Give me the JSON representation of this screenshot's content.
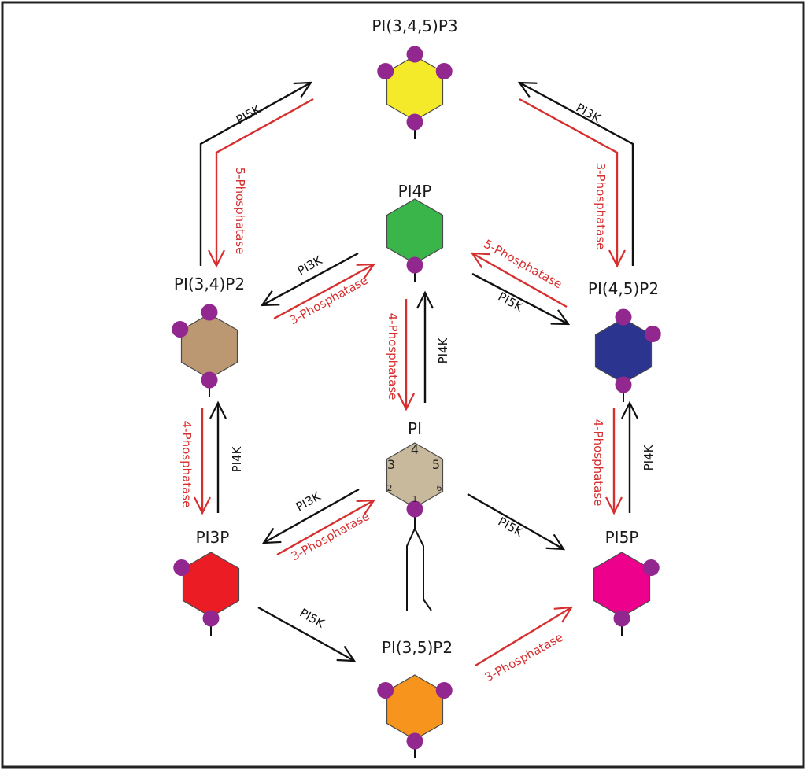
{
  "nodes": [
    {
      "id": "pi345p3",
      "label": "PI(3,4,5)P3",
      "fill": "#f5ea2a"
    },
    {
      "id": "pi4p",
      "label": "PI4P",
      "fill": "#3ab54a"
    },
    {
      "id": "pi34p2",
      "label": "PI(3,4)P2",
      "fill": "#bb9772"
    },
    {
      "id": "pi45p2",
      "label": "PI(4,5)P2",
      "fill": "#2b3590"
    },
    {
      "id": "pi",
      "label": "PI",
      "fill": "#c8b99c"
    },
    {
      "id": "pi3p",
      "label": "PI3P",
      "fill": "#ec1c24"
    },
    {
      "id": "pi5p",
      "label": "PI5P",
      "fill": "#ec008c"
    },
    {
      "id": "pi35p2",
      "label": "PI(3,5)P2",
      "fill": "#f7941d"
    }
  ],
  "pi_ring_positions": [
    "4",
    "3",
    "5",
    "2",
    "1",
    "6"
  ],
  "enzymes": {
    "pi5k": "PI5K",
    "pi3k": "PI3K",
    "pi4k": "PI4K",
    "p5": "5-Phosphatase",
    "p3": "3-Phosphatase",
    "p4": "4-Phosphatase"
  },
  "colors": {
    "kinase_arrow": "#111111",
    "phosphatase_arrow": "#d62f2f",
    "phosphate": "#92278f",
    "frame": "#222222"
  }
}
